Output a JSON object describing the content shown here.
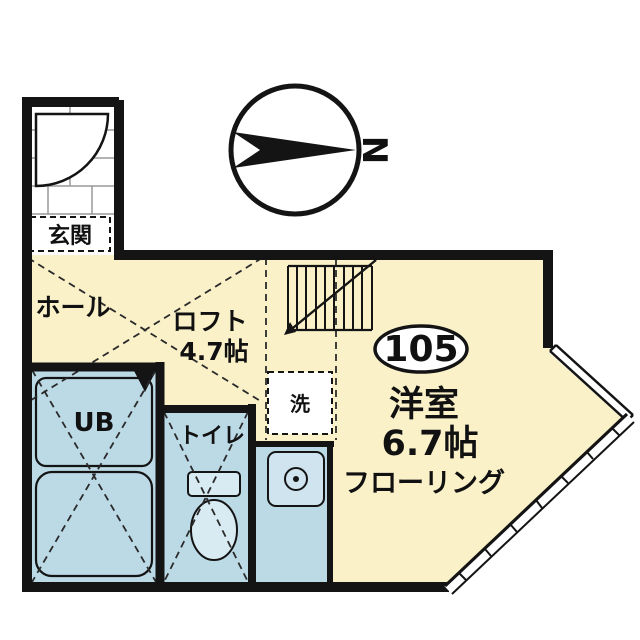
{
  "plan": {
    "compass": {
      "label": "N"
    },
    "unit": {
      "number": "105"
    },
    "labels": {
      "genkan": "玄関",
      "hall": "ホール",
      "loft_name": "ロフト",
      "loft_size": "4.7帖",
      "main_room_name": "洋室",
      "main_room_size": "6.7帖",
      "main_room_floor": "フローリング",
      "bath": "UB",
      "toilet": "トイレ",
      "laundry": "洗"
    },
    "colors": {
      "room_fill": "#FAF1C9",
      "wet_fill": "#BCDAE6",
      "wall": "#141414"
    }
  }
}
